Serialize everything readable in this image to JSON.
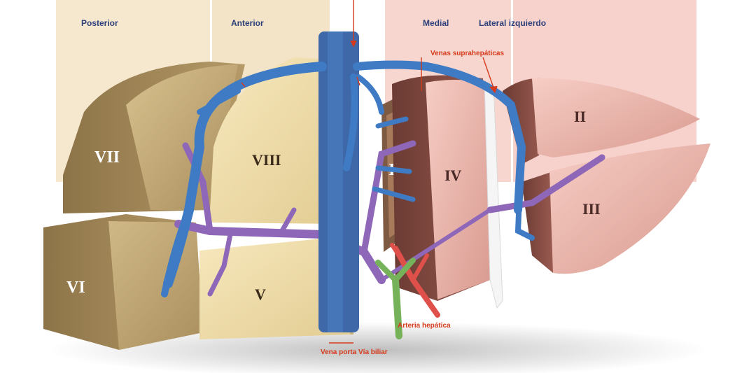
{
  "regions": {
    "posterior": "Posterior",
    "anterior": "Anterior",
    "medial": "Medial",
    "lateral": "Lateral izquierdo"
  },
  "annotations": {
    "venas_suprahepaticas": "Venas suprahepáticas",
    "arteria_hepatica": "Arteria hepática",
    "vena_porta": "Vena porta",
    "via_biliar": "Vía biliar"
  },
  "segments": {
    "I": "I",
    "II": "II",
    "III": "III",
    "IV": "IV",
    "V": "V",
    "VI": "VI",
    "VII": "VII",
    "VIII": "VIII"
  },
  "colors": {
    "hepatic_vein": "#3f7bc4",
    "portal_vein": "#8e67b8",
    "artery": "#e0504a",
    "bile_duct": "#76b25a",
    "tan_segment": "#c9b07f",
    "cream_segment": "#f1dfae",
    "pink_segment": "#eab5ad",
    "label_dark": "#2b3f7a",
    "label_red": "#d63a1c"
  }
}
